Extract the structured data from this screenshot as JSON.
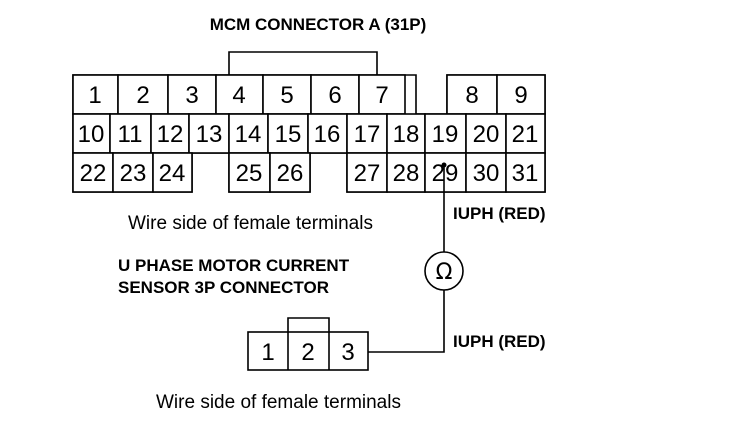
{
  "mcm_connector": {
    "title": "MCM CONNECTOR A (31P)",
    "caption": "Wire side of female terminals",
    "pins": [
      "1",
      "2",
      "3",
      "4",
      "5",
      "6",
      "7",
      "8",
      "9",
      "10",
      "11",
      "12",
      "13",
      "14",
      "15",
      "16",
      "17",
      "18",
      "19",
      "20",
      "21",
      "22",
      "23",
      "24",
      "25",
      "26",
      "27",
      "28",
      "29",
      "30",
      "31"
    ]
  },
  "sensor_connector": {
    "title_line1": "U PHASE MOTOR CURRENT",
    "title_line2": "SENSOR 3P CONNECTOR",
    "caption": "Wire side of female terminals",
    "pins": [
      "1",
      "2",
      "3"
    ]
  },
  "wire_labels": {
    "top": "IUPH (RED)",
    "bottom": "IUPH (RED)"
  },
  "ohmmeter": {
    "symbol": "Ω"
  }
}
